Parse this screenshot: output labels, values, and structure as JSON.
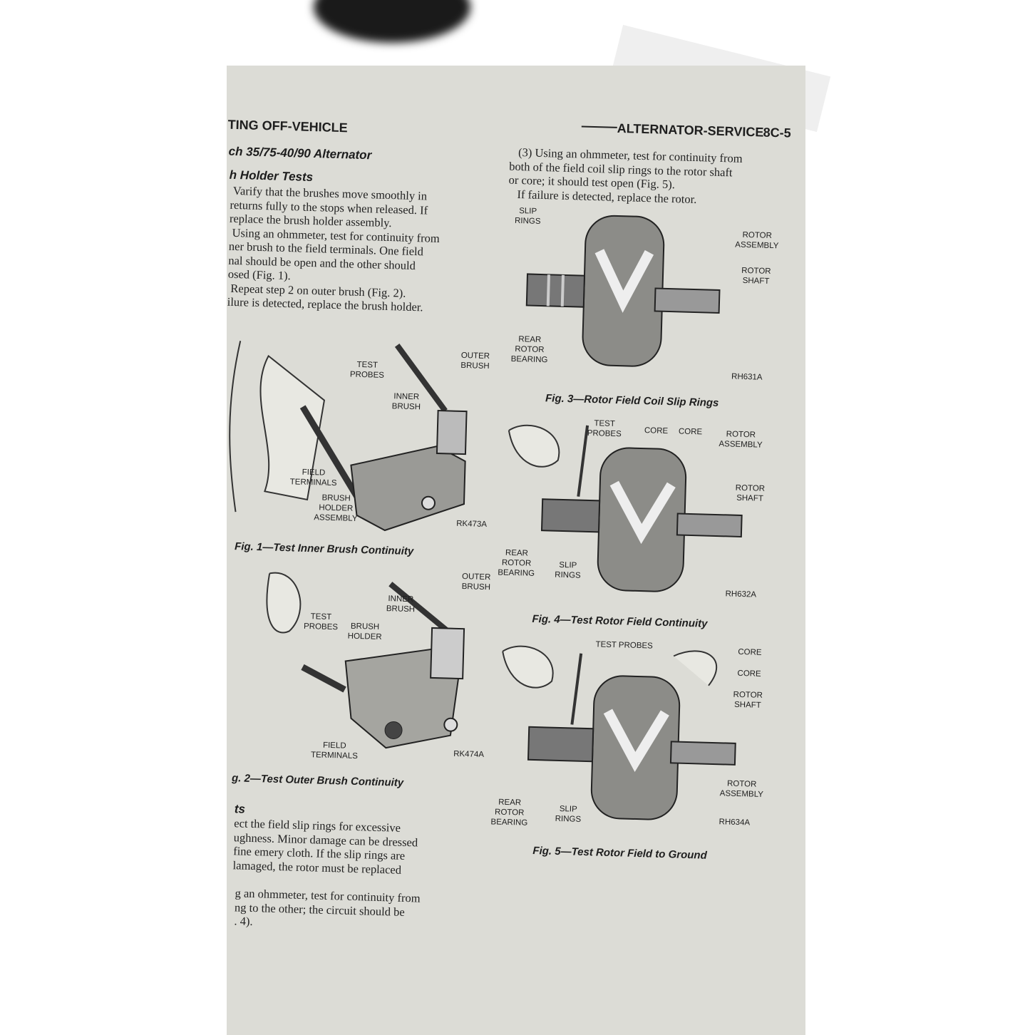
{
  "header": {
    "left": "TING OFF-VEHICLE",
    "right": "ALTERNATOR-SERVICE",
    "page_number": "8C-5"
  },
  "left_column": {
    "section_title": "ch 35/75-40/90 Alternator",
    "subsection_title": "h Holder Tests",
    "paragraph1": [
      " Varify that the brushes move smoothly in",
      "returns fully to the stops when released. If",
      "replace the brush holder assembly.",
      " Using an ohmmeter, test for continuity from",
      "ner brush to the field terminals. One field",
      "nal should be open and the other should",
      "osed (Fig. 1).",
      " Repeat step 2 on outer brush (Fig. 2).",
      "ilure is detected, replace the brush holder."
    ],
    "subsection2_title": "ts",
    "paragraph2": [
      "ect the field slip rings for excessive",
      "ughness. Minor damage can be dressed",
      "fine emery cloth. If the slip rings are",
      "lamaged, the rotor must be replaced"
    ],
    "paragraph3": [
      "g an ohmmeter, test for continuity from",
      "ng to the other; the circuit should be",
      ". 4)."
    ]
  },
  "right_column": {
    "paragraph": [
      "   (3) Using an ohmmeter, test for continuity from",
      "both of the field coil slip rings to the rotor shaft",
      "or core; it should test open (Fig. 5).",
      "   If failure is detected, replace the rotor."
    ]
  },
  "figures": {
    "fig1": {
      "caption": "Fig. 1—Test Inner Brush Continuity",
      "code": "RK473A",
      "labels": [
        "TEST\nPROBES",
        "OUTER\nBRUSH",
        "INNER\nBRUSH",
        "FIELD\nTERMINALS",
        "BRUSH\nHOLDER\nASSEMBLY"
      ]
    },
    "fig2": {
      "caption": "g. 2—Test Outer Brush Continuity",
      "code": "RK474A",
      "labels": [
        "OUTER\nBRUSH",
        "INNER\nBRUSH",
        "TEST\nPROBES",
        "BRUSH\nHOLDER",
        "FIELD\nTERMINALS"
      ]
    },
    "fig3": {
      "caption": "Fig. 3—Rotor Field Coil Slip Rings",
      "code": "RH631A",
      "labels": [
        "SLIP\nRINGS",
        "ROTOR\nASSEMBLY",
        "ROTOR\nSHAFT",
        "REAR\nROTOR\nBEARING"
      ]
    },
    "fig4": {
      "caption": "Fig. 4—Test Rotor Field Continuity",
      "code": "RH632A",
      "labels": [
        "TEST\nPROBES",
        "CORE",
        "CORE",
        "ROTOR\nASSEMBLY",
        "ROTOR\nSHAFT",
        "REAR\nROTOR\nBEARING",
        "SLIP\nRINGS"
      ]
    },
    "fig5": {
      "caption": "Fig. 5—Test Rotor Field to Ground",
      "code": "RH634A",
      "labels": [
        "TEST PROBES",
        "CORE",
        "CORE",
        "ROTOR\nSHAFT",
        "ROTOR\nASSEMBLY",
        "REAR\nROTOR\nBEARING",
        "SLIP\nRINGS"
      ]
    }
  }
}
